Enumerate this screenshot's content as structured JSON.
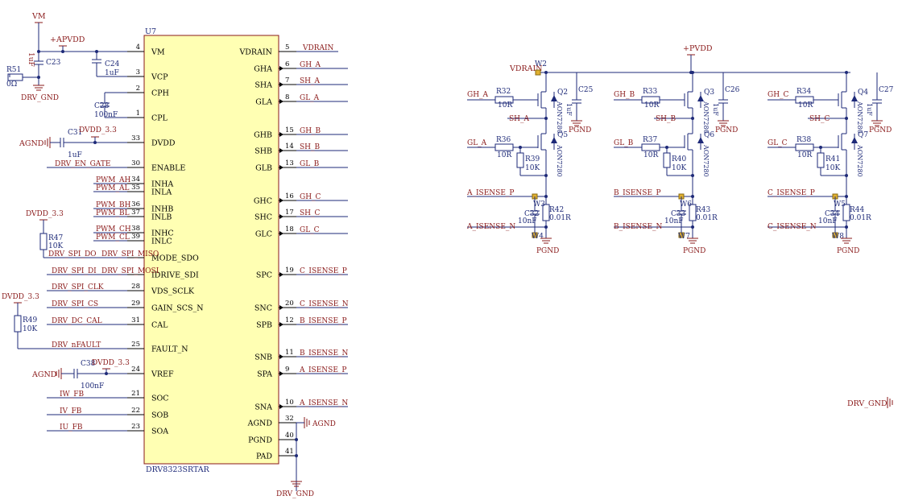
{
  "ic": {
    "ref": "U7",
    "part": "DRV8323SRTAR",
    "left_pins": [
      {
        "name": "VM",
        "num": "4"
      },
      {
        "name": "VCP",
        "num": "3"
      },
      {
        "name": "CPH",
        "num": "2"
      },
      {
        "name": "CPL",
        "num": "1"
      },
      {
        "name": "DVDD",
        "num": "33"
      },
      {
        "name": "ENABLE",
        "num": "30"
      },
      {
        "name": "INHA",
        "num": "34"
      },
      {
        "name": "INLA",
        "num": "35"
      },
      {
        "name": "INHB",
        "num": "36"
      },
      {
        "name": "INLB",
        "num": "37"
      },
      {
        "name": "INHC",
        "num": "38"
      },
      {
        "name": "INLC",
        "num": "39"
      },
      {
        "name": "MODE_SDO",
        "num": ""
      },
      {
        "name": "IDRIVE_SDI",
        "num": ""
      },
      {
        "name": "VDS_SCLK",
        "num": "28"
      },
      {
        "name": "GAIN_SCS_N",
        "num": "29"
      },
      {
        "name": "CAL",
        "num": "31"
      },
      {
        "name": "FAULT_N",
        "num": "25"
      },
      {
        "name": "VREF",
        "num": "24"
      },
      {
        "name": "SOC",
        "num": "21"
      },
      {
        "name": "SOB",
        "num": "22"
      },
      {
        "name": "SOA",
        "num": "23"
      }
    ],
    "right_pins": [
      {
        "name": "VDRAIN",
        "num": "5",
        "net": "VDRAIN"
      },
      {
        "name": "GHA",
        "num": "6",
        "net": "GH_A"
      },
      {
        "name": "SHA",
        "num": "7",
        "net": "SH_A"
      },
      {
        "name": "GLA",
        "num": "8",
        "net": "GL_A"
      },
      {
        "name": "GHB",
        "num": "15",
        "net": "GH_B"
      },
      {
        "name": "SHB",
        "num": "14",
        "net": "SH_B"
      },
      {
        "name": "GLB",
        "num": "13",
        "net": "GL_B"
      },
      {
        "name": "GHC",
        "num": "16",
        "net": "GH_C"
      },
      {
        "name": "SHC",
        "num": "17",
        "net": "SH_C"
      },
      {
        "name": "GLC",
        "num": "18",
        "net": "GL_C"
      },
      {
        "name": "SPC",
        "num": "19",
        "net": "C_ISENSE_P"
      },
      {
        "name": "SNC",
        "num": "20",
        "net": "C_ISENSE_N"
      },
      {
        "name": "SPB",
        "num": "12",
        "net": "B_ISENSE_P"
      },
      {
        "name": "SNB",
        "num": "11",
        "net": "B_ISENSE_N"
      },
      {
        "name": "SPA",
        "num": "9",
        "net": "A_ISENSE_P"
      },
      {
        "name": "SNA",
        "num": "10",
        "net": "A_ISENSE_N"
      },
      {
        "name": "AGND",
        "num": "32",
        "net": "AGND"
      },
      {
        "name": "PGND",
        "num": "40",
        "net": ""
      },
      {
        "name": "PAD",
        "num": "41",
        "net": ""
      }
    ]
  },
  "left_nets": {
    "vm": "VM",
    "apvdd": "+APVDD",
    "c23_val": "1uF",
    "c23": "C23",
    "c24": "C24",
    "c24_val": "1uF",
    "r51": "R51",
    "r51_val": "0Ω",
    "drv_gnd": "DRV_GND",
    "c28": "C28",
    "c28_val": "100nF",
    "agnd": "AGND",
    "c31": "C31",
    "c31_val": "1uF",
    "dvdd33": "DVDD_3.3",
    "drv_en_gate": "DRV_EN_GATE",
    "pwm_ah": "PWM_AH",
    "pwm_al": "PWM_AL",
    "pwm_bh": "PWM_BH",
    "pwm_bl": "PWM_BL",
    "pwm_ch": "PWM_CH",
    "pwm_cl": "PWM_CL",
    "r47": "R47",
    "r47_val": "10K",
    "spi_do": "DRV_SPI_DO",
    "spi_miso": "DRV_SPI_MISO",
    "spi_di": "DRV_SPI_DI",
    "spi_mosi": "DRV_SPI_MOSI",
    "spi_clk": "DRV_SPI_CLK",
    "spi_cs": "DRV_SPI_CS",
    "dc_cal": "DRV_DC_CAL",
    "r49": "R49",
    "r49_val": "10K",
    "nfault": "DRV_nFAULT",
    "c38": "C38",
    "c38_val": "100nF",
    "iw_fb": "IW_FB",
    "iv_fb": "IV_FB",
    "iu_fb": "IU_FB",
    "agnd_right": "AGND",
    "drv_gnd_bottom": "DRV_GND",
    "drv_gnd_far": "DRV_GND"
  },
  "bridges": [
    {
      "gh": "GH_A",
      "sh": "SH_A",
      "gl": "GL_A",
      "isp": "A_ISENSE_P",
      "isn": "A_ISENSE_N",
      "rg_hi": "R32",
      "rg_hi_val": "10R",
      "rg_lo": "R36",
      "rg_lo_val": "10R",
      "rpd": "R39",
      "rpd_val": "10K",
      "q_hi": "Q2",
      "q_lo": "Q5",
      "q_part": "AON7280",
      "cb": "C25",
      "cb_val": "1uF",
      "cs": "C32",
      "cs_val": "10nF",
      "rs": "R42",
      "rs_val": "0.01R",
      "wp": "W3",
      "wn": "W4",
      "pgnd": "PGND",
      "rail": "VDRAIN",
      "rail_w": "W2"
    },
    {
      "gh": "GH_B",
      "sh": "SH_B",
      "gl": "GL_B",
      "isp": "B_ISENSE_P",
      "isn": "B_ISENSE_N",
      "rg_hi": "R33",
      "rg_hi_val": "10R",
      "rg_lo": "R37",
      "rg_lo_val": "10R",
      "rpd": "R40",
      "rpd_val": "10K",
      "q_hi": "Q3",
      "q_lo": "Q6",
      "q_part": "AON7280",
      "cb": "C26",
      "cb_val": "1uF",
      "cs": "C33",
      "cs_val": "10nF",
      "rs": "R43",
      "rs_val": "0.01R",
      "wp": "W6",
      "wn": "W7",
      "pgnd": "PGND",
      "rail": "+PVDD",
      "rail_w": ""
    },
    {
      "gh": "GH_C",
      "sh": "SH_C",
      "gl": "GL_C",
      "isp": "C_ISENSE_P",
      "isn": "C_ISENSE_N",
      "rg_hi": "R34",
      "rg_hi_val": "10R",
      "rg_lo": "R38",
      "rg_lo_val": "10R",
      "rpd": "R41",
      "rpd_val": "10K",
      "q_hi": "Q4",
      "q_lo": "Q7",
      "q_part": "AON7280",
      "cb": "C27",
      "cb_val": "1uF",
      "cs": "C34",
      "cs_val": "10nF",
      "rs": "R44",
      "rs_val": "0.01R",
      "wp": "W5",
      "wn": "W8",
      "pgnd": "PGND",
      "rail": "",
      "rail_w": ""
    }
  ],
  "colors": {
    "wire": "#1e2a78",
    "power": "#8a1a1a",
    "ic_fill": "#ffffb3",
    "ic_border": "#8a1a1a",
    "testpoint": "#e0b030"
  }
}
